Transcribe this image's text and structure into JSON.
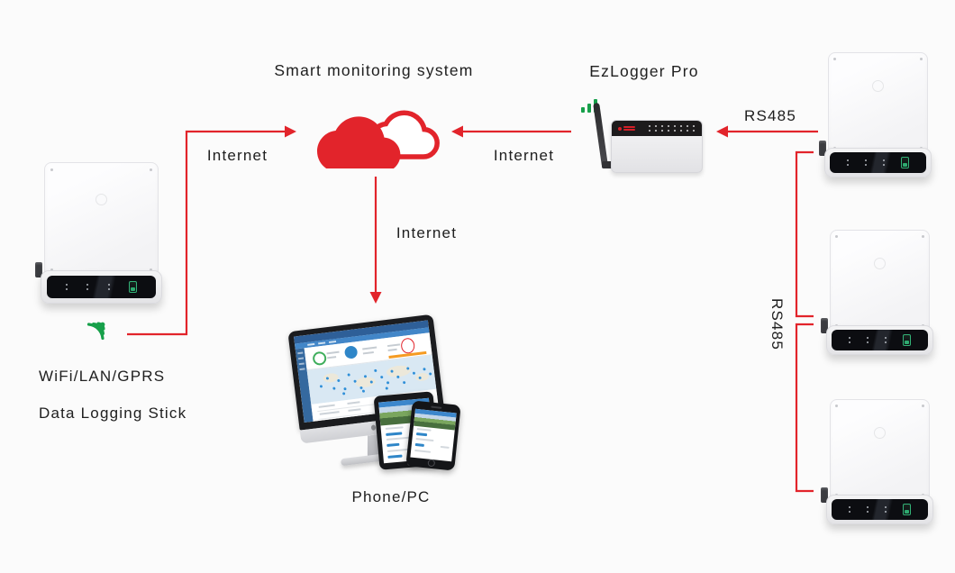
{
  "labels": {
    "smart_monitoring": "Smart monitoring system",
    "ezlogger": "EzLogger Pro",
    "internet_from_stick": "Internet",
    "internet_from_logger": "Internet",
    "internet_to_devices": "Internet",
    "rs485_arrow": "RS485",
    "rs485_bus": "RS485",
    "stick_line1": "WiFi/LAN/GPRS",
    "stick_line2": "Data Logging Stick",
    "devices": "Phone/PC"
  },
  "palette": {
    "arrow_red": "#e2242b",
    "wifi_green": "#17a04a",
    "text": "#202020",
    "background": "#fbfbfb",
    "dashboard_blue": "#2f86c8",
    "accent_orange": "#f59b22"
  },
  "icons": {
    "cloud": "cloud-icon",
    "wifi_signal": "wifi-signal-icon",
    "signal_bars": "signal-bars-icon",
    "antenna": "antenna-icon"
  },
  "devices": {
    "right_inverters": 3,
    "left_inverter": 1
  }
}
